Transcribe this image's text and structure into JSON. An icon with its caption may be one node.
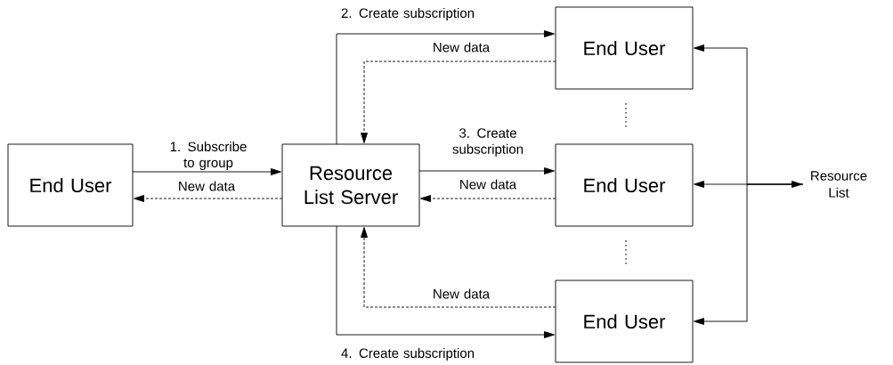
{
  "diagram": {
    "nodes": [
      {
        "text": [
          "End User"
        ]
      },
      {
        "text": [
          "Resource List Server"
        ]
      },
      {
        "text": [
          "End User"
        ]
      },
      {
        "text": [
          "End User"
        ]
      },
      {
        "text": [
          "End User"
        ]
      },
      {
        "text": [
          "Resource List"
        ]
      }
    ],
    "edges": [
      {
        "from": 0,
        "to": 1,
        "arrow": "to",
        "label": "1.  Subscribe to group"
      },
      {
        "from": 1,
        "to": 0,
        "arrow": "to",
        "label": "New data",
        "style": "dashed"
      },
      {
        "from": 1,
        "to": 2,
        "arrow": "to",
        "label": "2.  Create subscription"
      },
      {
        "from": 2,
        "to": 1,
        "arrow": "to",
        "label": "New data",
        "style": "dashed"
      },
      {
        "from": 1,
        "to": 3,
        "arrow": "to",
        "label": "3.  Create subscription"
      },
      {
        "from": 3,
        "to": 1,
        "arrow": "to",
        "label": "New data",
        "style": "dashed"
      },
      {
        "from": 4,
        "to": 1,
        "arrow": "to",
        "label": "New data",
        "style": "dashed"
      },
      {
        "from": 1,
        "to": 4,
        "arrow": "to",
        "label": "4.  Create subscription"
      },
      {
        "from": 3,
        "to": 5,
        "arrow": "both"
      },
      {
        "from": 5,
        "to": 2,
        "arrow": "to"
      },
      {
        "from": 5,
        "to": 4,
        "arrow": "to"
      }
    ]
  }
}
